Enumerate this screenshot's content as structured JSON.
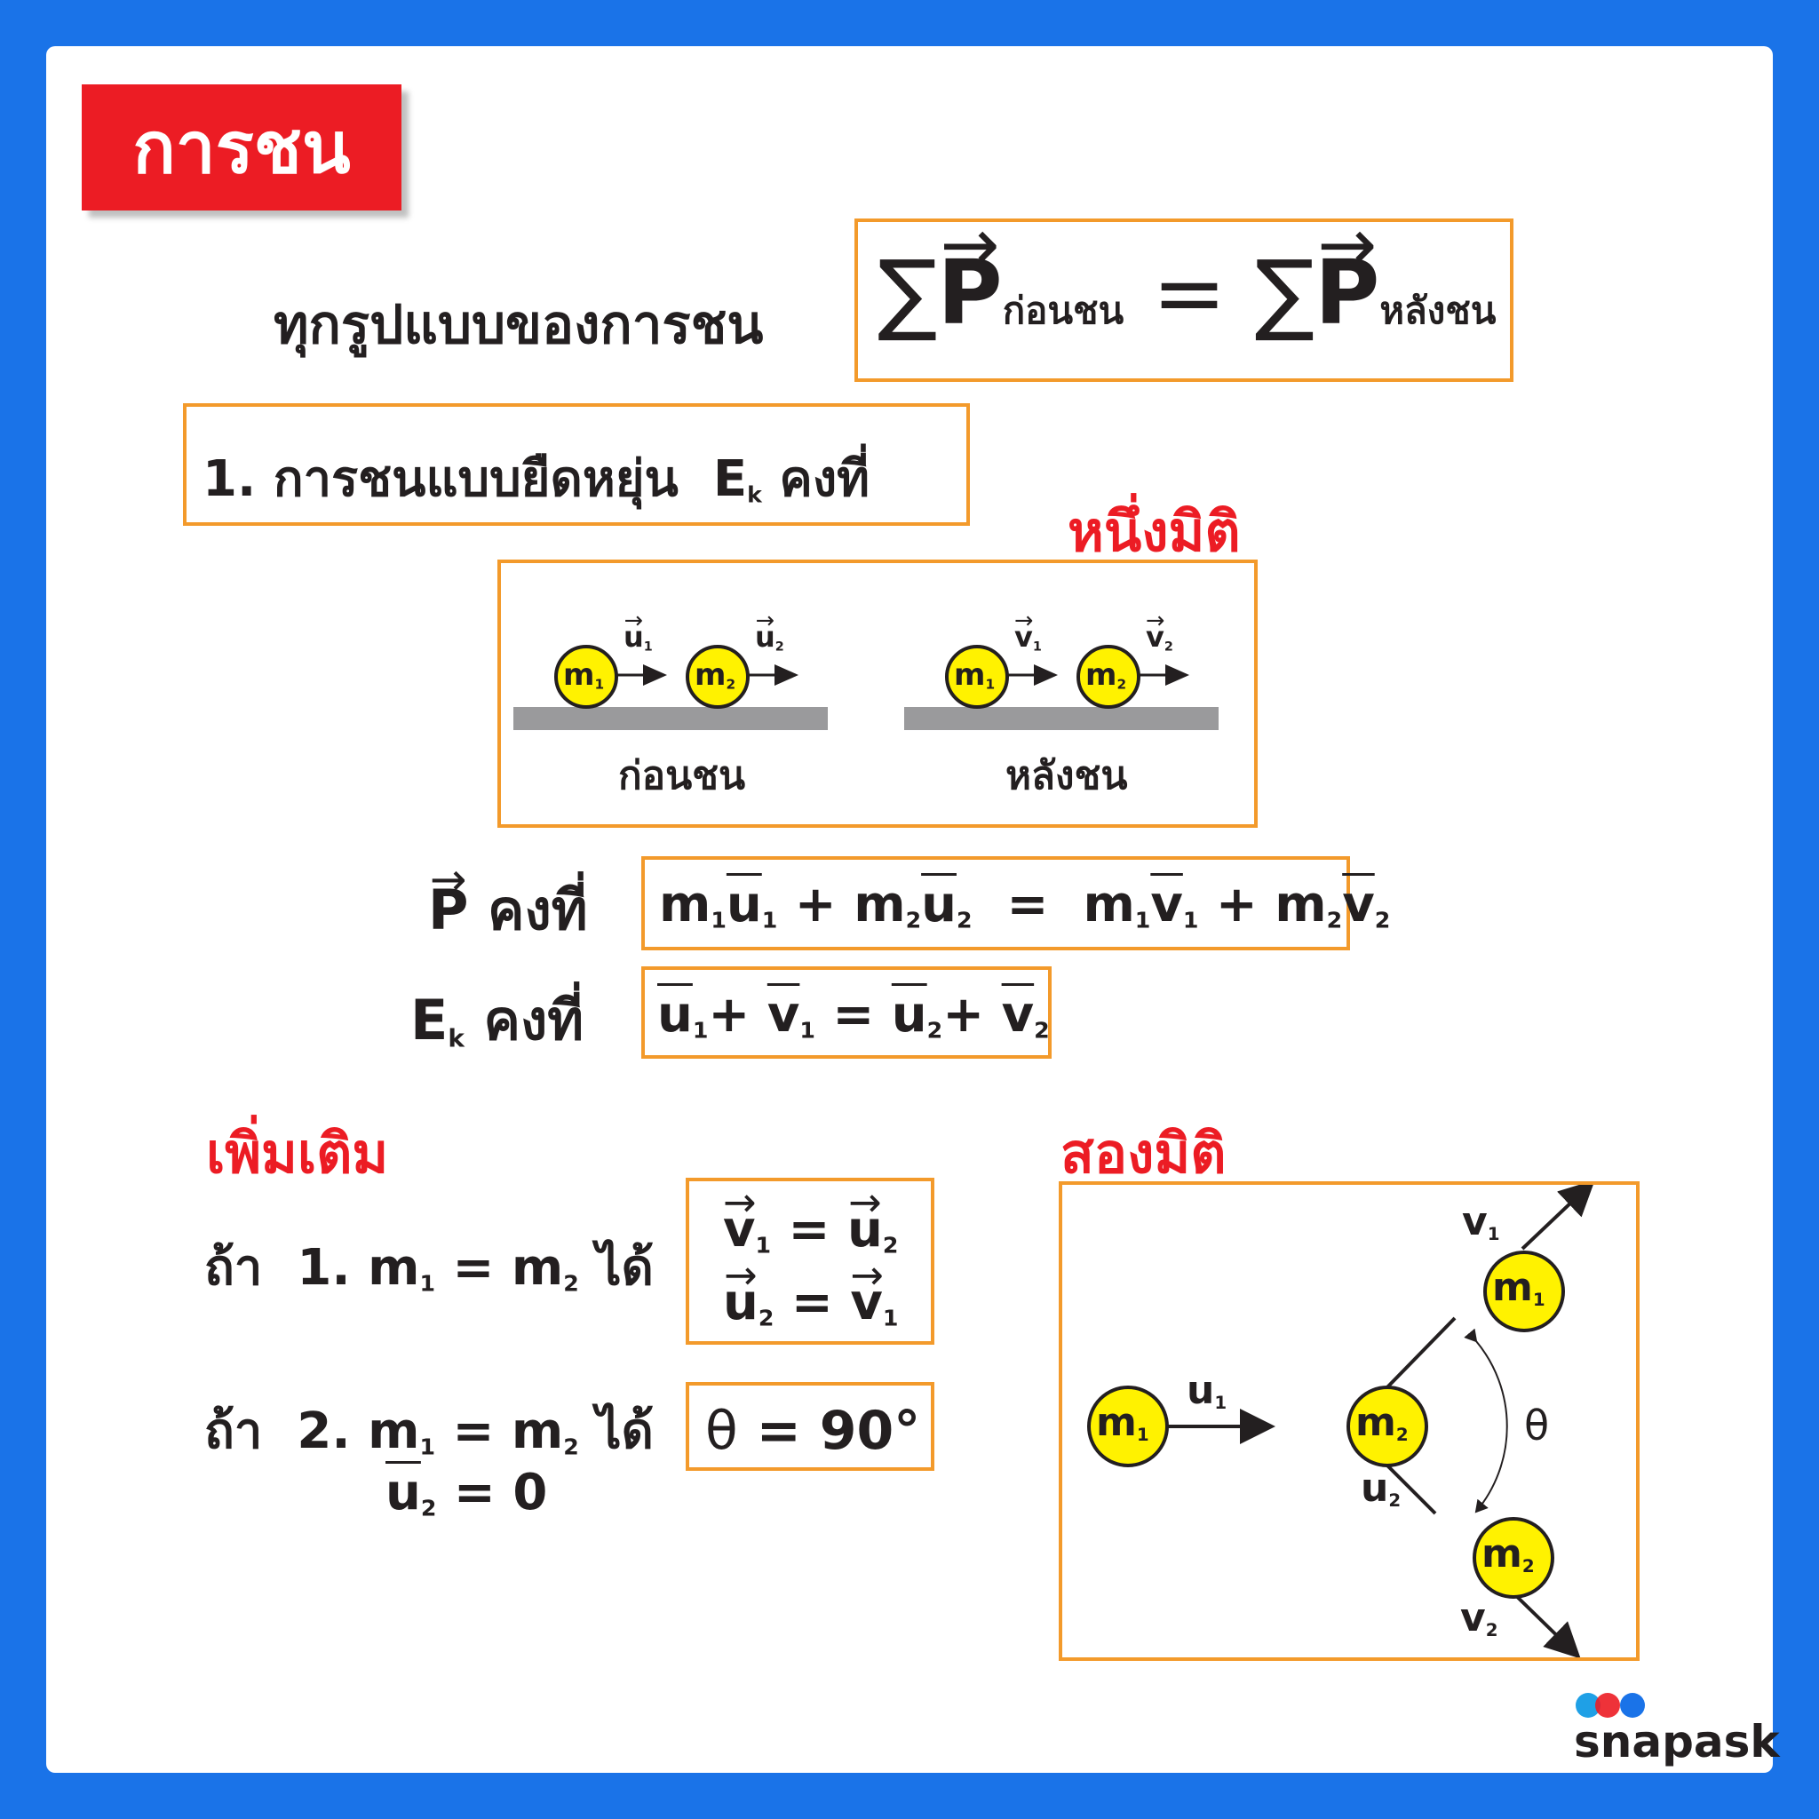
{
  "title": "การชน",
  "intro": {
    "label": "ทุกรูปแบบของการชน",
    "sum_symbol": "∑",
    "p": "P",
    "before": "ก่อนชน",
    "equals": "=",
    "after": "หลังชน"
  },
  "section1": {
    "label": "1. การชนแบบยืดหยุ่น",
    "ek_e": "E",
    "ek_k": "k",
    "constant": "คงที่"
  },
  "one_dim": {
    "heading": "หนึ่งมิติ",
    "before_caption": "ก่อนชน",
    "after_caption": "หลังชน",
    "m": "m",
    "u": "u",
    "v": "v",
    "i1": "1",
    "i2": "2"
  },
  "momentum": {
    "label_p": "P",
    "label_const": "คงที่",
    "m": "m",
    "u": "u",
    "v": "v",
    "plus": "+",
    "eq": "=",
    "i1": "1",
    "i2": "2"
  },
  "energy": {
    "label_e": "E",
    "label_k": "k",
    "label_const": "คงที่"
  },
  "extra": {
    "heading": "เพิ่มเติม",
    "if": "ถ้า",
    "case1_no": "1.",
    "case2_no": "2.",
    "m": "m",
    "eq": "=",
    "got": "ได้",
    "u2_zero_val": "0",
    "theta": "θ",
    "ninety": "90°",
    "i1": "1",
    "i2": "2"
  },
  "two_dim": {
    "heading": "สองมิติ",
    "m": "m",
    "u": "u",
    "v": "v",
    "theta": "θ",
    "i1": "1",
    "i2": "2"
  },
  "logo": {
    "text": "snapask"
  },
  "colors": {
    "frame": "#1a73e8",
    "accent_red": "#ec1c24",
    "box_orange": "#f39a2b",
    "ball_yellow": "#fff200",
    "ground_gray": "#9a9a9c"
  }
}
